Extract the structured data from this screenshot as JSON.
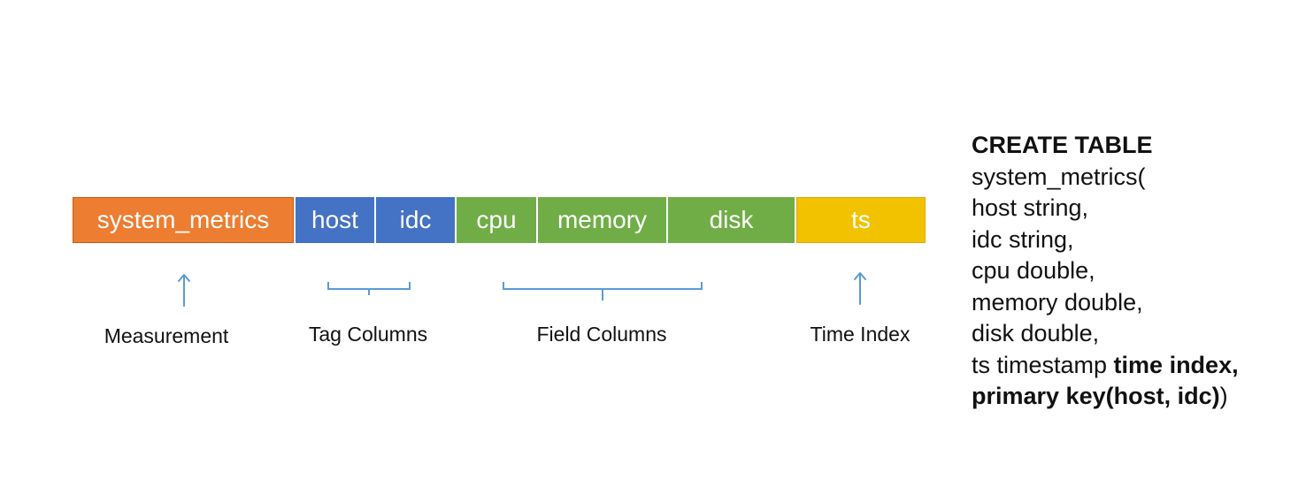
{
  "schema_bar": {
    "measurement": "system_metrics",
    "tags": [
      "host",
      "idc"
    ],
    "fields": [
      "cpu",
      "memory",
      "disk"
    ],
    "time_index": "ts"
  },
  "annotations": {
    "measurement": "Measurement",
    "tag_columns": "Tag Columns",
    "field_columns": "Field Columns",
    "time_index": "Time Index"
  },
  "sql": {
    "line1": "CREATE TABLE",
    "line2": "system_metrics(",
    "line3": "host string,",
    "line4": "idc string,",
    "line5": "cpu double,",
    "line6": "memory double,",
    "line7": "disk double,",
    "line8_plain": "ts timestamp ",
    "line8_bold": "time index,",
    "line9_bold": "primary key(host, idc)",
    "line9_plain": ")"
  },
  "colors": {
    "measurement": "#ED7D31",
    "tag": "#4472C4",
    "field": "#70AD47",
    "time_index": "#F2C200",
    "annotation_line": "#5B9BD5"
  },
  "icons": [
    "up-arrow-icon",
    "curly-brace-icon"
  ]
}
